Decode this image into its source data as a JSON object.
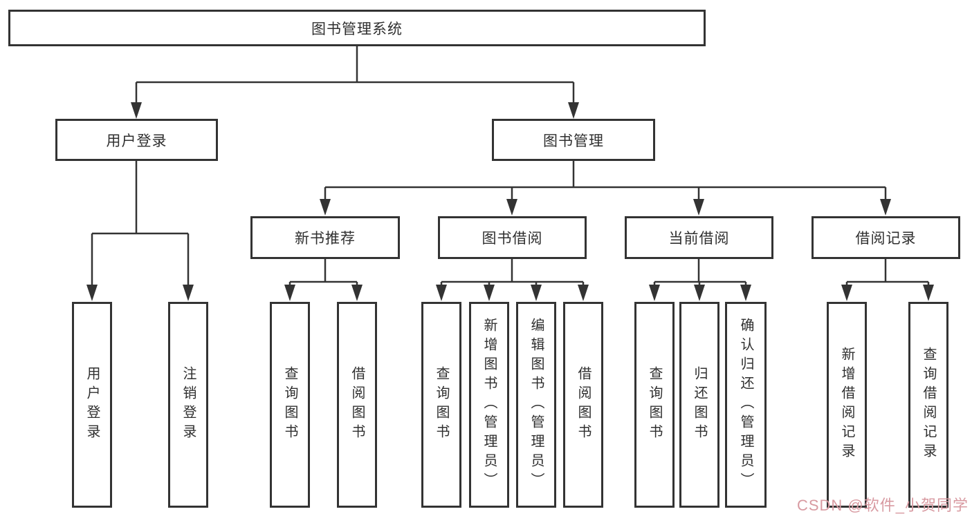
{
  "tree": {
    "root": {
      "label": "图书管理系统",
      "children": [
        {
          "label": "用户登录",
          "children": [
            {
              "label": "用户登录"
            },
            {
              "label": "注销登录"
            }
          ]
        },
        {
          "label": "图书管理",
          "children": [
            {
              "label": "新书推荐",
              "children": [
                {
                  "label": "查询图书"
                },
                {
                  "label": "借阅图书"
                }
              ]
            },
            {
              "label": "图书借阅",
              "children": [
                {
                  "label": "查询图书"
                },
                {
                  "label": "新增图书（管理员）"
                },
                {
                  "label": "编辑图书（管理员）"
                },
                {
                  "label": "借阅图书"
                }
              ]
            },
            {
              "label": "当前借阅",
              "children": [
                {
                  "label": "查询图书"
                },
                {
                  "label": "归还图书"
                },
                {
                  "label": "确认归还（管理员）"
                }
              ]
            },
            {
              "label": "借阅记录",
              "children": [
                {
                  "label": "新增借阅记录"
                },
                {
                  "label": "查询借阅记录"
                }
              ]
            }
          ]
        }
      ]
    }
  },
  "watermark": {
    "text": "CSDN @软件_小贺同学"
  },
  "colors": {
    "line": "#333333",
    "text": "#2f2f2f",
    "box-bg": "#ffffff",
    "watermark": "#d89aa1"
  }
}
